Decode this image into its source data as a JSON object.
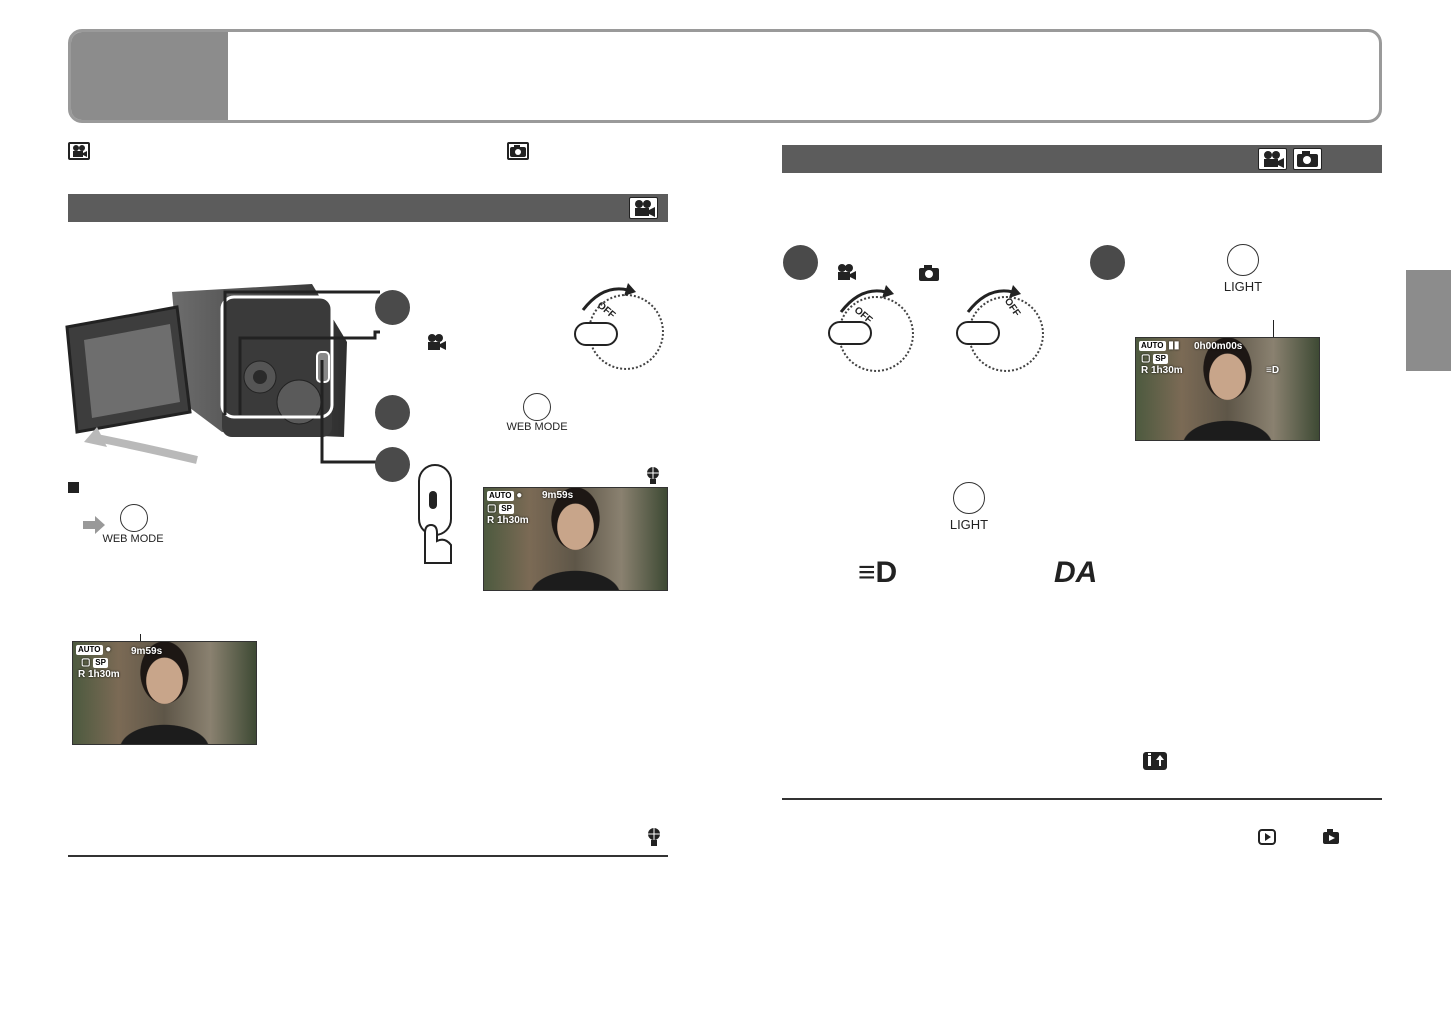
{
  "header": {
    "title": ""
  },
  "mode_icons": {
    "video": "video-camera-icon",
    "photo": "still-camera-icon"
  },
  "left": {
    "web_mode_label": "WEB MODE",
    "screen_small": {
      "auto": "AUTO",
      "time": "9m59s",
      "quality": "SP",
      "remaining": "R 1h30m"
    },
    "screen_bottom": {
      "auto": "AUTO",
      "time": "9m59s",
      "quality": "SP",
      "remaining": "R 1h30m"
    },
    "dial_off": "OFF"
  },
  "right": {
    "light_label": "LIGHT",
    "screen": {
      "auto": "AUTO",
      "time": "0h00m00s",
      "quality": "SP",
      "remaining": "R 1h30m"
    },
    "light_on_symbol": "≡D",
    "light_auto_symbol": "DA",
    "dial_off": "OFF"
  },
  "colors": {
    "header_gray": "#9a9a9a",
    "bar_gray": "#5c5c5c",
    "tab_gray": "#8c8c8c"
  }
}
